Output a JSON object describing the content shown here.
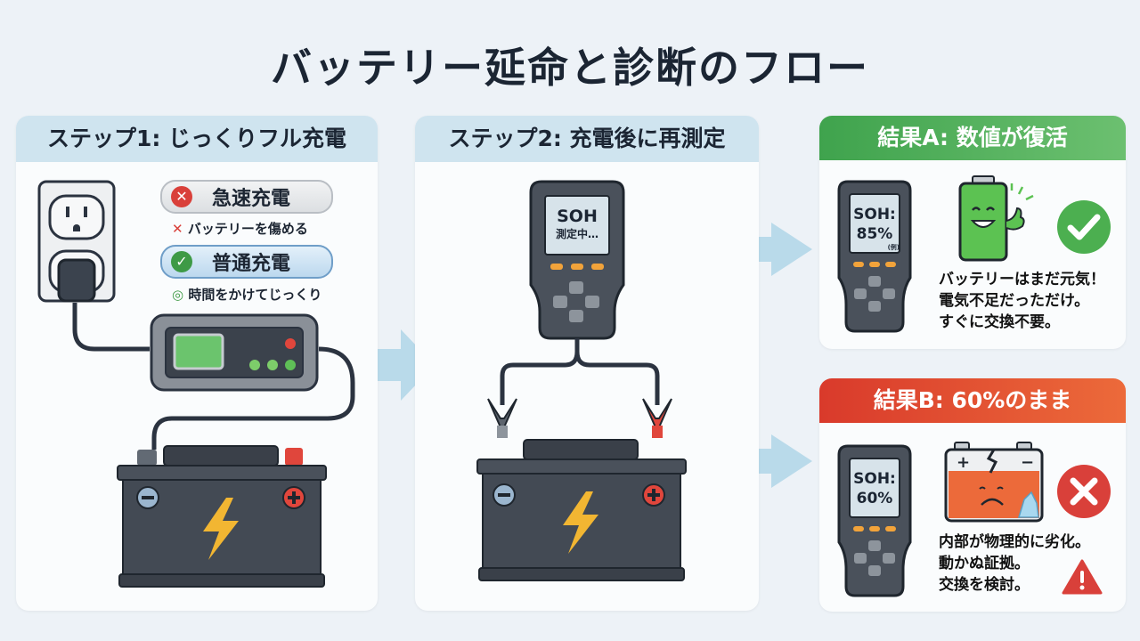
{
  "title": "バッテリー延命と診断のフロー",
  "colors": {
    "background": "#edf2f7",
    "step_header": "#cfe4ef",
    "result_a_header": "#4caf50",
    "result_b_header": "#e04a2f",
    "arrow": "#b9daea",
    "ok_green": "#3e9a46",
    "ng_red": "#d9403a"
  },
  "step1": {
    "header": "ステップ1: じっくりフル充電",
    "bad_option": {
      "icon": "x-circle-icon",
      "label": "急速充電",
      "note_icon": "x-icon",
      "note": "バッテリーを傷める"
    },
    "good_option": {
      "icon": "check-circle-icon",
      "label": "普通充電",
      "note_icon": "double-circle-icon",
      "note": "時間をかけてじっくり"
    },
    "illustrations": [
      "wall-outlet",
      "battery-charger",
      "car-battery"
    ]
  },
  "step2": {
    "header": "ステップ2: 充電後に再測定",
    "tester_screen": {
      "line1": "SOH",
      "line2": "測定中…"
    },
    "illustrations": [
      "battery-tester",
      "clamps",
      "car-battery"
    ]
  },
  "resultA": {
    "header": "結果A: 数値が復活",
    "tester_screen": {
      "line1": "SOH:",
      "line2": "85%",
      "footnote": "(例)"
    },
    "status_icon": "check-circle-icon",
    "text": "バッテリーはまだ元気！\n電気不足だっただけ。\nすぐに交換不要。"
  },
  "resultB": {
    "header": "結果B: 60%のまま",
    "tester_screen": {
      "line1": "SOH:",
      "line2": "60%"
    },
    "status_icon": "x-circle-icon",
    "warning_icon": "warning-triangle-icon",
    "text": "内部が物理的に劣化。\n動かぬ証拠。\n交換を検討。"
  }
}
